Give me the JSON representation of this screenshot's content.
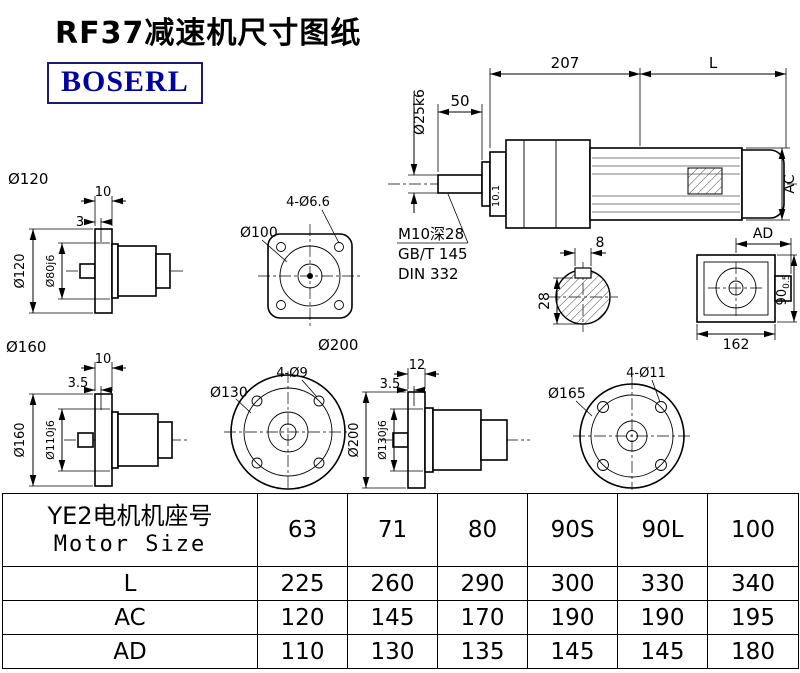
{
  "title": "RF37减速机尺寸图纸",
  "logo": "BOSERL",
  "main_view": {
    "dim_207": "207",
    "dim_L": "L",
    "dim_50": "50",
    "shaft_dia": "Ø25k6",
    "dim_AC": "AC",
    "dim_101": "10.1",
    "thread_note": "M10深28",
    "std_gb": "GB/T 145",
    "std_din": "DIN 332"
  },
  "view_120": {
    "label": "Ø120",
    "dim_10": "10",
    "dim_3": "3",
    "flange_dia": "Ø120",
    "spigot_dia": "Ø80j6"
  },
  "view_100": {
    "holes": "4-Ø6.6",
    "dia": "Ø100"
  },
  "shaft_section": {
    "dim_8": "8",
    "dim_28": "28"
  },
  "view_ad": {
    "dim_AD": "AD",
    "dim_90": "90",
    "dim_90_tol": "0.5",
    "dim_162": "162"
  },
  "view_160": {
    "label": "Ø160",
    "dim_10": "10",
    "dim_35": "3.5",
    "flange_dia": "Ø160",
    "spigot_dia": "Ø110j6"
  },
  "view_130": {
    "label_200": "Ø200",
    "dia": "Ø130",
    "holes": "4-Ø9"
  },
  "view_200": {
    "dim_12": "12",
    "dim_35": "3.5",
    "flange_dia": "Ø200",
    "spigot_dia": "Ø130j6"
  },
  "view_165": {
    "dia": "Ø165",
    "holes": "4-Ø11"
  },
  "table": {
    "header_cn": "YE2电机机座号",
    "header_en": "Motor Size",
    "sizes": [
      "63",
      "71",
      "80",
      "90S",
      "90L",
      "100"
    ],
    "rows": [
      {
        "label": "L",
        "values": [
          "225",
          "260",
          "290",
          "300",
          "330",
          "340"
        ]
      },
      {
        "label": "AC",
        "values": [
          "120",
          "145",
          "170",
          "190",
          "190",
          "195"
        ]
      },
      {
        "label": "AD",
        "values": [
          "110",
          "130",
          "135",
          "145",
          "145",
          "180"
        ]
      }
    ]
  }
}
